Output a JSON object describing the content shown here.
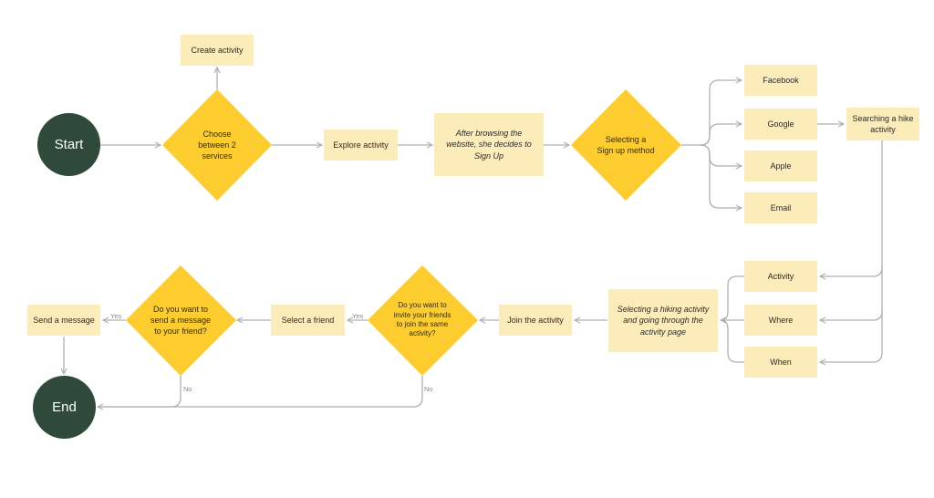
{
  "colors": {
    "sticky": "#fcecb9",
    "decision": "#fdcc2e",
    "terminal": "#2f4a3a",
    "connector": "#b0b0b0"
  },
  "nodes": {
    "start": "Start",
    "end": "End",
    "create_activity": "Create activity",
    "choose_services": "Choose between 2 services",
    "explore_activity": "Explore activity",
    "after_browsing": "After browsing the website, she decides to Sign Up",
    "selecting_signup": "Selecting a Sign up method",
    "facebook": "Facebook",
    "google": "Google",
    "apple": "Apple",
    "email": "Email",
    "searching_hike": "Searching a hike activity",
    "activity": "Activity",
    "where": "Where",
    "when": "When",
    "selecting_hiking": "Selecting a hiking activity and going through the activity page",
    "join_activity": "Join the activity",
    "invite_friends": "Do you want to invite your friends to join the same activity?",
    "select_friend": "Select a friend",
    "send_message_q": "Do you want to send a message to your friend?",
    "send_message": "Send a message"
  },
  "edge_labels": {
    "yes_invite": "Yes",
    "no_invite": "No",
    "yes_message": "Yes",
    "no_message": "No"
  }
}
